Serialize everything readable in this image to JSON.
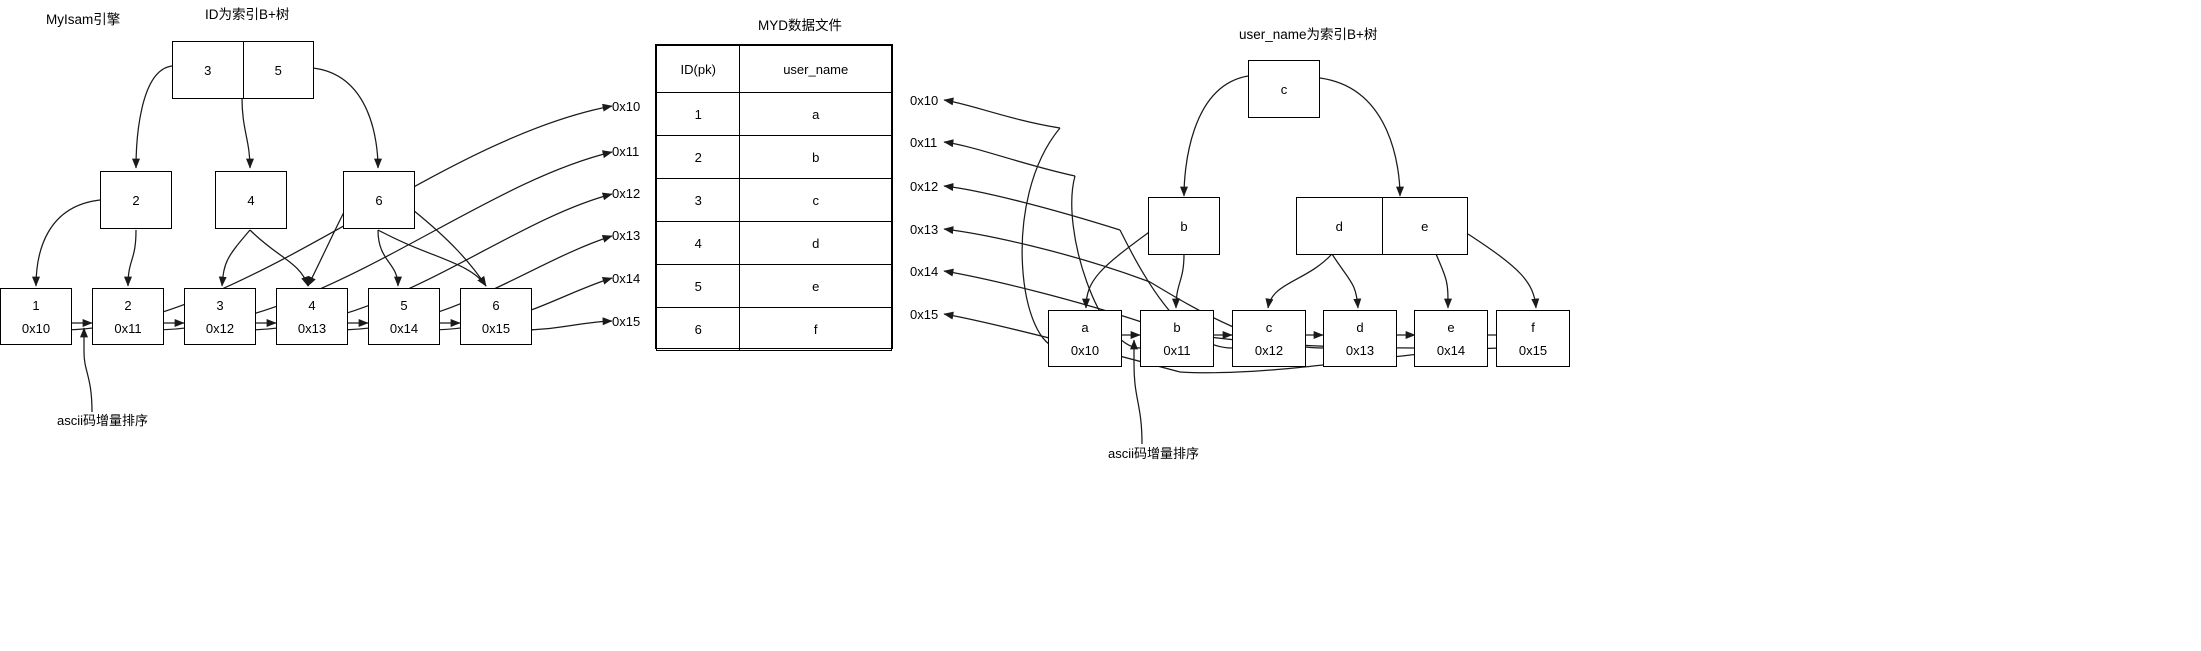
{
  "diagram": {
    "engine_title": "MyIsam引擎",
    "left_tree_title": "ID为索引B+树",
    "mid_title": "MYD数据文件",
    "right_tree_title": "user_name为索引B+树",
    "note_left": "ascii码增量排序",
    "note_right": "ascii码增量排序",
    "line_color": "#1a1a1a",
    "box_border": "#000000",
    "bg": "#ffffff"
  },
  "left_tree": {
    "root": {
      "cells": [
        "3",
        "5"
      ]
    },
    "internal": [
      {
        "cells": [
          "2"
        ]
      },
      {
        "cells": [
          "4"
        ]
      },
      {
        "cells": [
          "6"
        ]
      }
    ],
    "leaves": [
      {
        "value": "1",
        "address": "0x10"
      },
      {
        "value": "2",
        "address": "0x11"
      },
      {
        "value": "3",
        "address": "0x12"
      },
      {
        "value": "4",
        "address": "0x13"
      },
      {
        "value": "5",
        "address": "0x14"
      },
      {
        "value": "6",
        "address": "0x15"
      }
    ]
  },
  "mid_addresses_left": [
    "0x10",
    "0x11",
    "0x12",
    "0x13",
    "0x14",
    "0x15"
  ],
  "mid_addresses_right": [
    "0x10",
    "0x11",
    "0x12",
    "0x13",
    "0x14",
    "0x15"
  ],
  "myd_table": {
    "columns": [
      "ID(pk)",
      "user_name"
    ],
    "rows": [
      [
        "1",
        "a"
      ],
      [
        "2",
        "b"
      ],
      [
        "3",
        "c"
      ],
      [
        "4",
        "d"
      ],
      [
        "5",
        "e"
      ],
      [
        "6",
        "f"
      ]
    ]
  },
  "right_tree": {
    "root": {
      "cells": [
        "c"
      ]
    },
    "internal": [
      {
        "cells": [
          "b"
        ]
      },
      {
        "cells": [
          "d",
          "e"
        ]
      }
    ],
    "leaves": [
      {
        "value": "a",
        "address": "0x10"
      },
      {
        "value": "b",
        "address": "0x11"
      },
      {
        "value": "c",
        "address": "0x12"
      },
      {
        "value": "d",
        "address": "0x13"
      },
      {
        "value": "e",
        "address": "0x14"
      },
      {
        "value": "f",
        "address": "0x15"
      }
    ]
  }
}
